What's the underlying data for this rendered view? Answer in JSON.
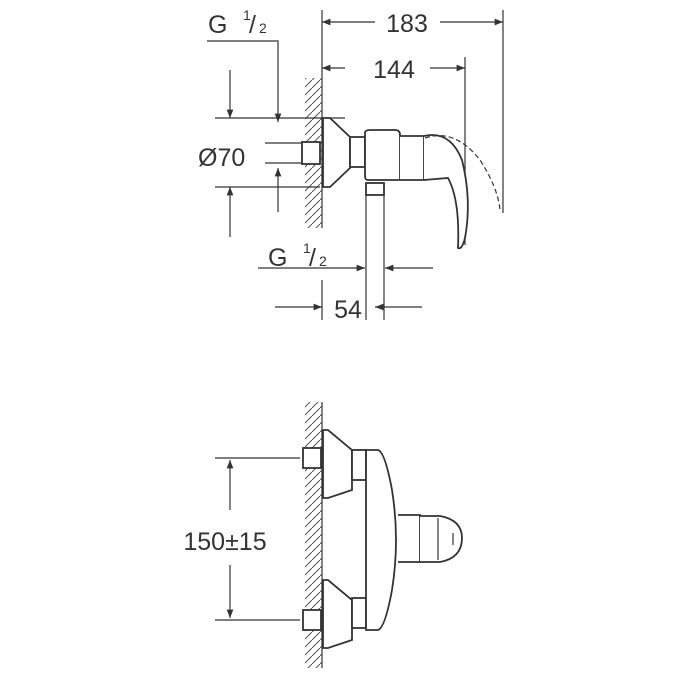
{
  "top_view": {
    "overall_length": "183",
    "spout_length": "144",
    "inlet_thread": {
      "letter": "G",
      "num": "1",
      "den": "2"
    },
    "escutcheon_diameter": "Ø70",
    "outlet_thread": {
      "letter": "G",
      "num": "1",
      "den": "2"
    },
    "outlet_offset": "54"
  },
  "front_view": {
    "inlet_spacing": "150±15"
  },
  "colors": {
    "line": "#333333",
    "background": "#ffffff"
  }
}
